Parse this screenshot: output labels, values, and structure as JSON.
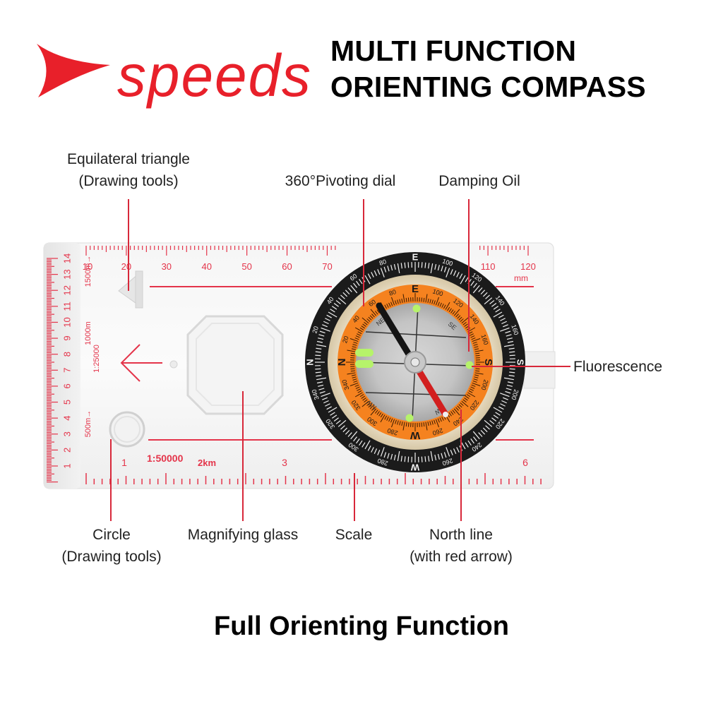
{
  "brand": {
    "name": "speeds",
    "color": "#e8202a"
  },
  "header": {
    "title_line_1": "MULTI FUNCTION",
    "title_line_2": "ORIENTING COMPASS"
  },
  "callouts": {
    "equilateral_triangle": {
      "line1": "Equilateral triangle",
      "line2": "(Drawing tools)"
    },
    "pivoting_dial": {
      "line1": "360°Pivoting dial"
    },
    "damping_oil": {
      "line1": "Damping Oil"
    },
    "fluorescence": {
      "line1": "Fluorescence"
    },
    "circle": {
      "line1": "Circle",
      "line2": "(Drawing tools)"
    },
    "magnifying_glass": {
      "line1": "Magnifying glass"
    },
    "scale": {
      "line1": "Scale"
    },
    "north_line": {
      "line1": "North line",
      "line2": "(with red arrow)"
    }
  },
  "rulers": {
    "top_mm_labels": [
      "10",
      "20",
      "30",
      "40",
      "50",
      "60",
      "70",
      "110",
      "120"
    ],
    "top_unit": "mm",
    "left_labels": [
      "1",
      "2",
      "3",
      "4",
      "5",
      "6",
      "7",
      "8",
      "9",
      "10",
      "11",
      "12",
      "13",
      "14"
    ],
    "scale_25000": {
      "ratio": "1:25000",
      "marks": [
        "500m→",
        "1000m",
        "1500m→"
      ]
    },
    "bottom_labels": [
      "1",
      "3",
      "6"
    ],
    "scale_50000": {
      "ratio": "1:50000",
      "mark": "2km"
    }
  },
  "bezel": {
    "outer_labels": [
      "N",
      "20",
      "40",
      "60",
      "80",
      "E",
      "100",
      "120",
      "140",
      "160",
      "S",
      "200",
      "220",
      "240",
      "260",
      "W",
      "280",
      "300",
      "320",
      "340"
    ],
    "inner_labels": [
      "N",
      "20",
      "40",
      "60",
      "80",
      "E",
      "100",
      "120",
      "140",
      "160",
      "S",
      "200",
      "220",
      "240",
      "260",
      "W",
      "280",
      "300",
      "320",
      "340"
    ],
    "intercardinals": [
      "NE",
      "SE",
      "SW",
      "NW"
    ],
    "colors": {
      "outer_ring": "#1b1b1b",
      "inner_ring": "#f5821f",
      "needle_north": "#d21f1f",
      "needle_south": "#141414",
      "fluorescent": "#b6f36a"
    }
  },
  "footer": {
    "title": "Full Orienting Function"
  },
  "colors": {
    "accent_red": "#d8283a",
    "ruler_red": "#e4344a",
    "text_dark": "#222222"
  }
}
